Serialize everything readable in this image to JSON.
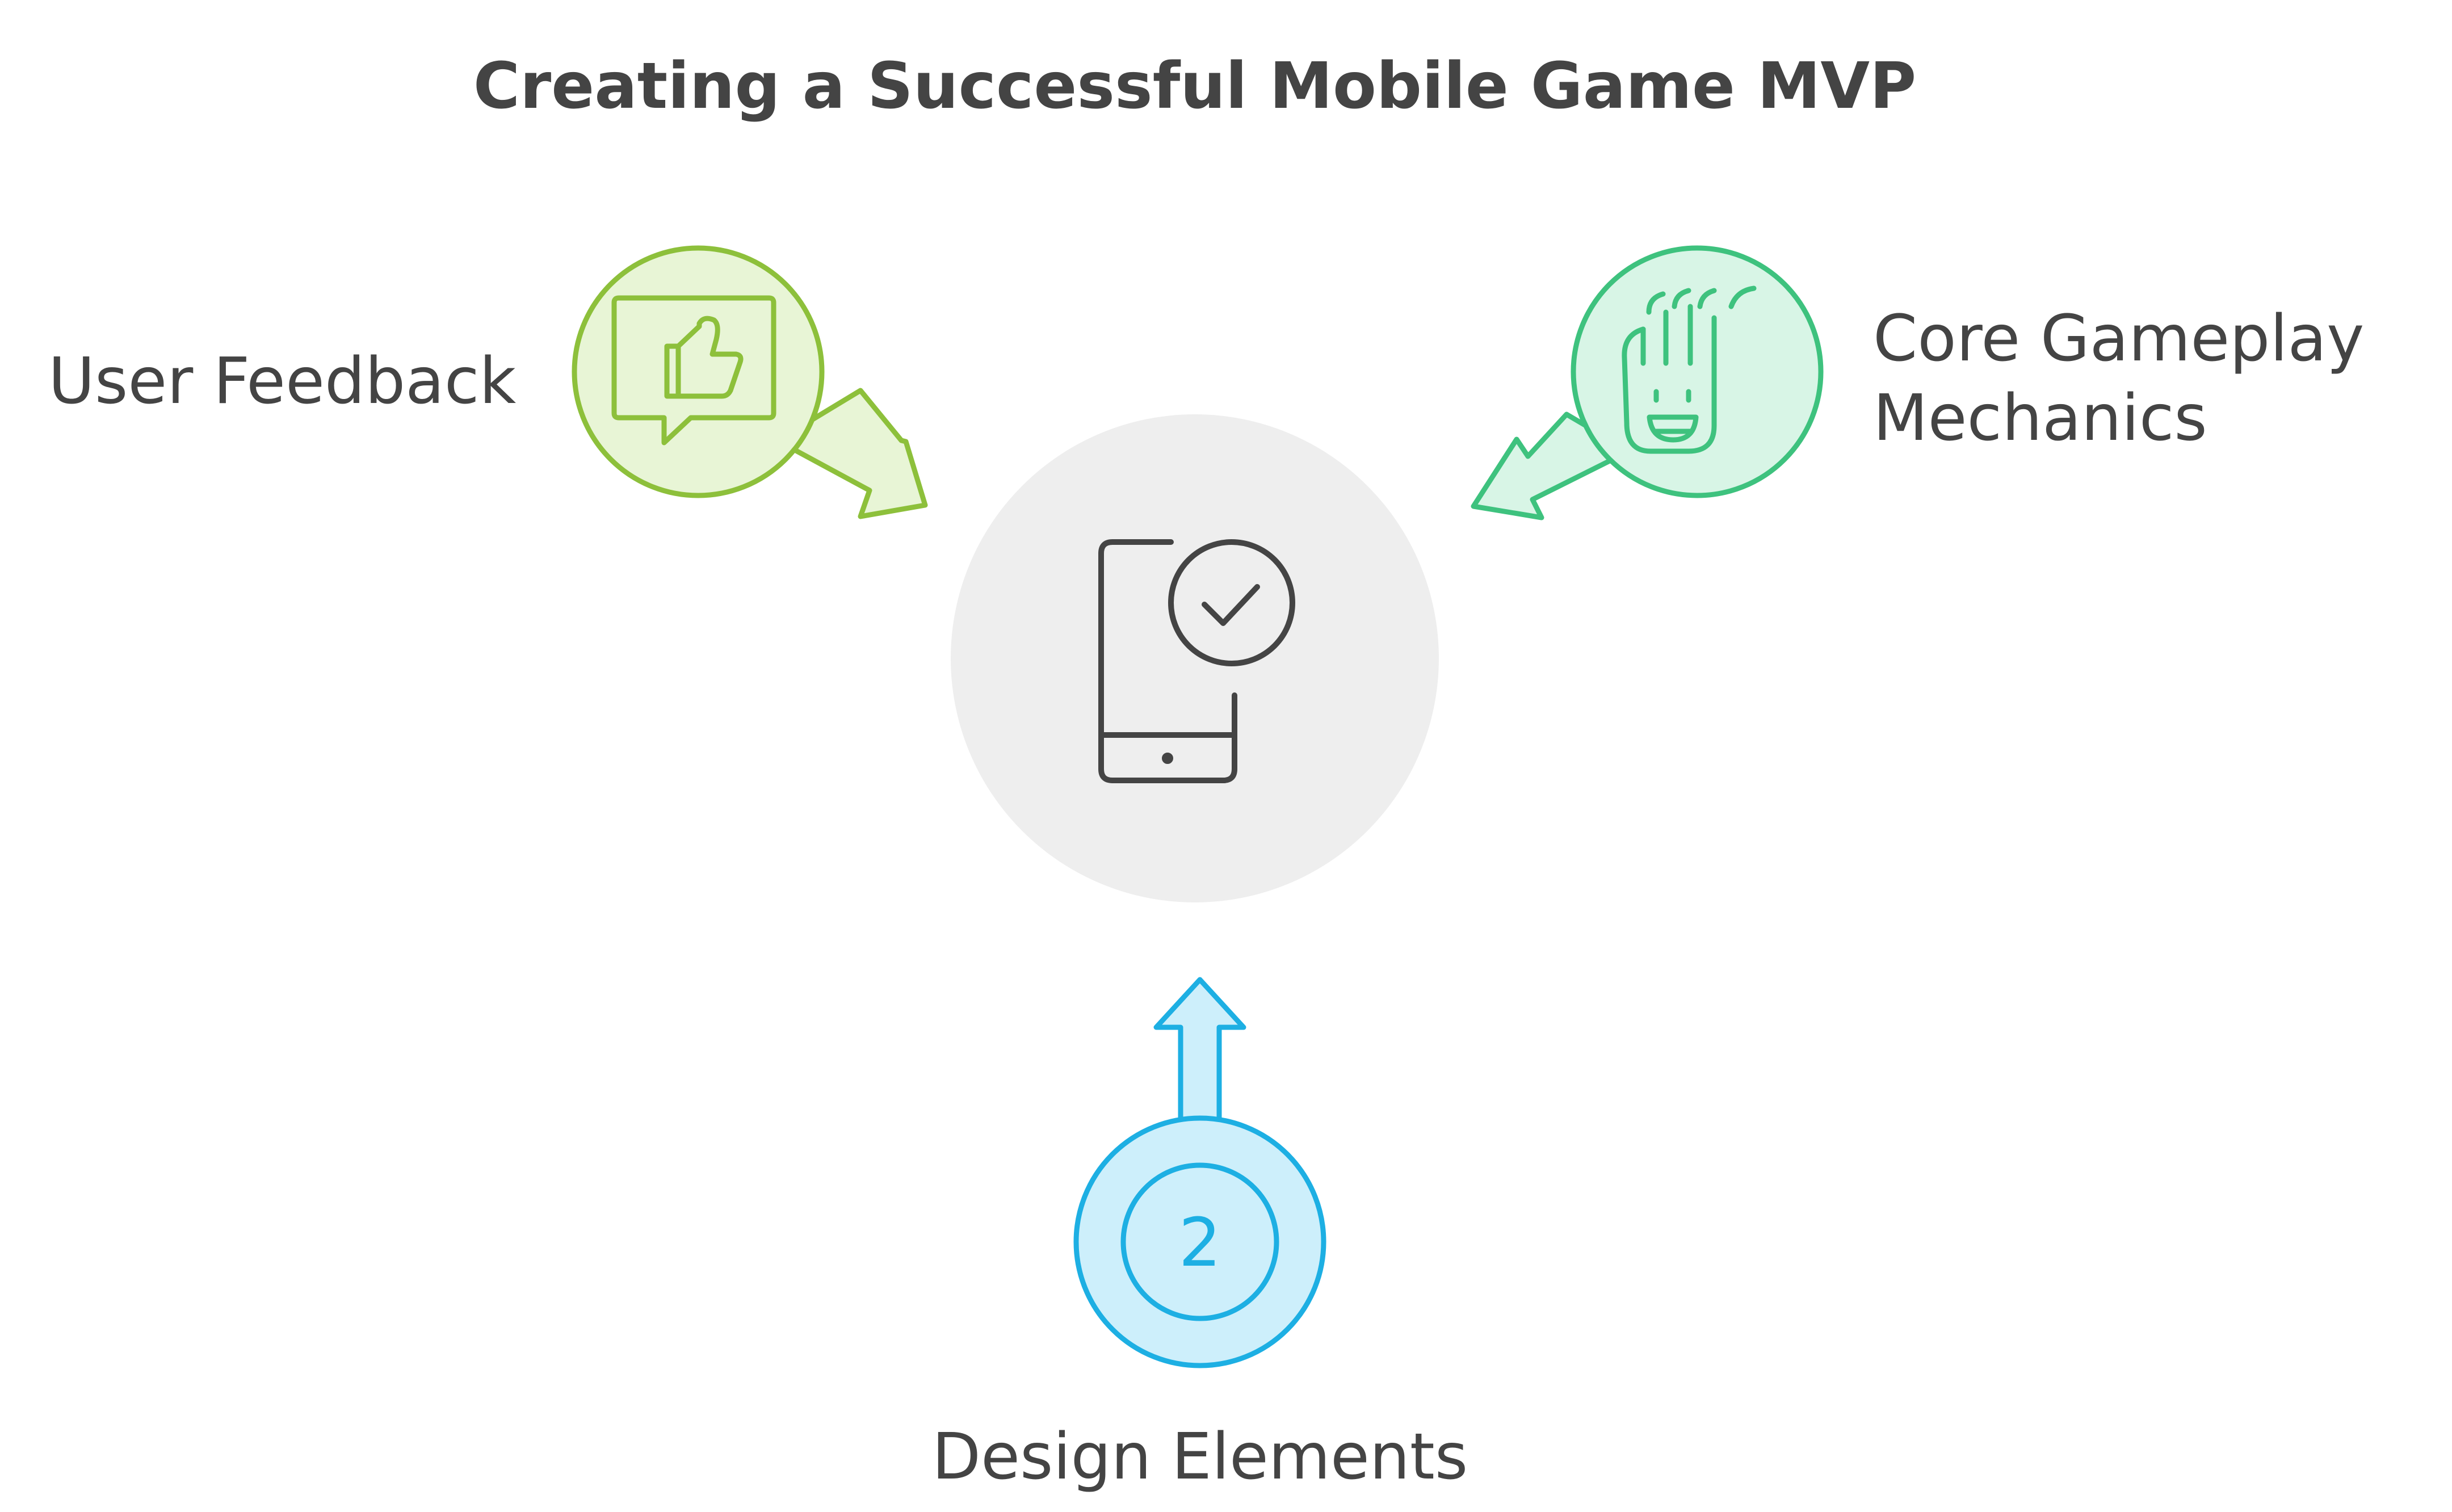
{
  "title": "Creating a Successful Mobile Game MVP",
  "center": {
    "icon": "mobile-phone-checkmark-icon",
    "fill": "#EEEEEE",
    "stroke": "#444444"
  },
  "nodes": [
    {
      "id": "user-feedback",
      "label_lines": [
        "User Feedback"
      ],
      "icon": "thumbs-up-speech-bubble-icon",
      "fill": "#E8F5D6",
      "stroke": "#8DC03B"
    },
    {
      "id": "core-gameplay",
      "label_lines": [
        "Core Gameplay",
        "Mechanics"
      ],
      "icon": "raised-hand-smiley-icon",
      "fill": "#D8F5E6",
      "stroke": "#3EC27E"
    },
    {
      "id": "design-elements",
      "label_lines": [
        "Design Elements"
      ],
      "icon": "number-badge-icon",
      "number": "2",
      "fill": "#CDEFFB",
      "stroke": "#1DAFE3"
    }
  ]
}
